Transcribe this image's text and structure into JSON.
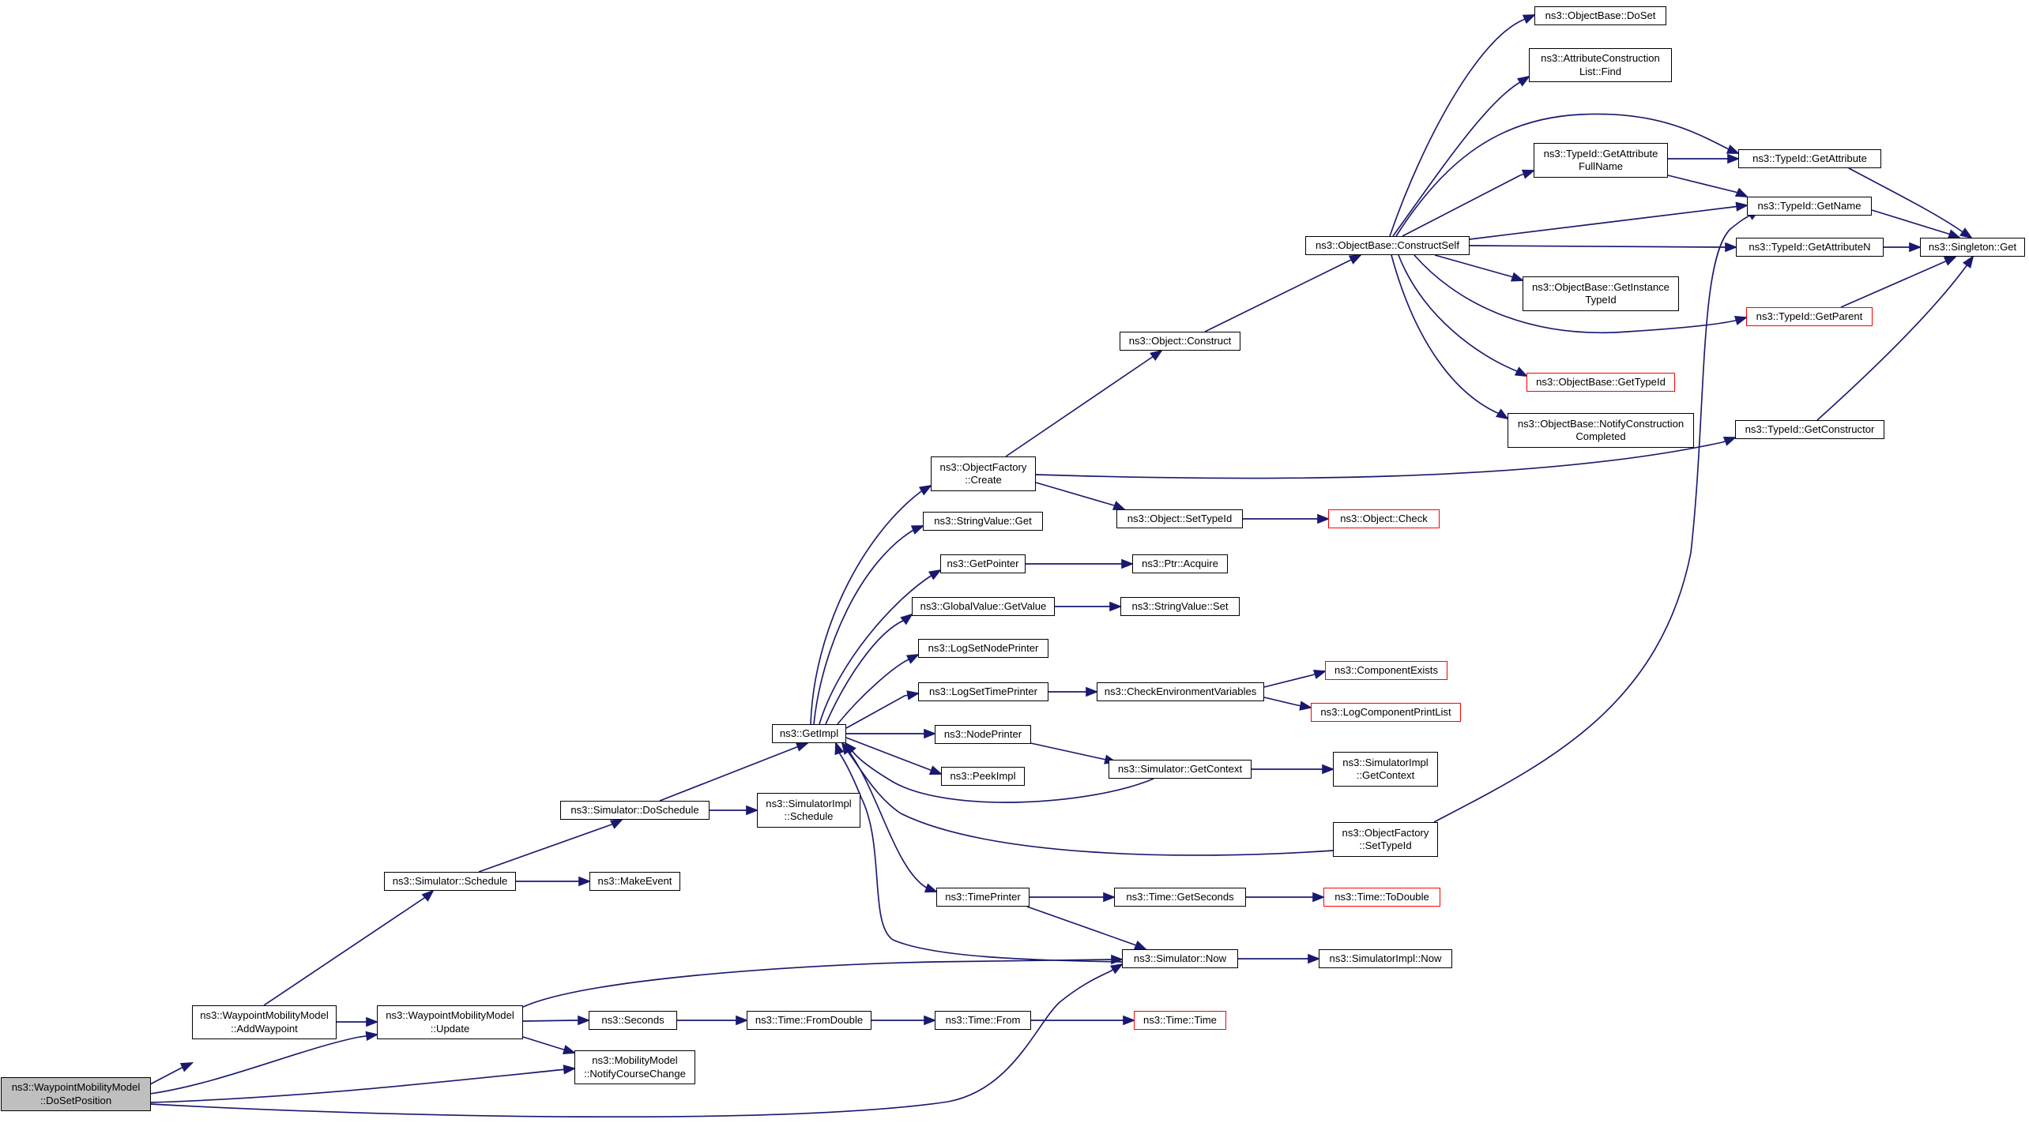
{
  "colors": {
    "edge": "#191970",
    "node_border": "#000000",
    "truncated_border": "#ff0000",
    "focus_fill": "#bfbfbf",
    "background": "#ffffff"
  },
  "nodes": {
    "doSetPosition": "ns3::WaypointMobilityModel\n::DoSetPosition",
    "addWaypoint": "ns3::WaypointMobilityModel\n::AddWaypoint",
    "update": "ns3::WaypointMobilityModel\n::Update",
    "notifyCourseChange": "ns3::MobilityModel\n::NotifyCourseChange",
    "simulatorSchedule": "ns3::Simulator::Schedule",
    "makeEvent": "ns3::MakeEvent",
    "doSchedule": "ns3::Simulator::DoSchedule",
    "implSchedule": "ns3::SimulatorImpl\n::Schedule",
    "getImpl": "ns3::GetImpl",
    "seconds": "ns3::Seconds",
    "fromDouble": "ns3::Time::FromDouble",
    "timeFrom": "ns3::Time::From",
    "timeTime": "ns3::Time::Time",
    "simNow": "ns3::Simulator::Now",
    "implNow": "ns3::SimulatorImpl::Now",
    "timePrinter": "ns3::TimePrinter",
    "getSeconds": "ns3::Time::GetSeconds",
    "toDouble": "ns3::Time::ToDouble",
    "ofSetTypeId": "ns3::ObjectFactory\n::SetTypeId",
    "peekImpl": "ns3::PeekImpl",
    "nodePrinter": "ns3::NodePrinter",
    "getContext": "ns3::Simulator::GetContext",
    "implGetContext": "ns3::SimulatorImpl\n::GetContext",
    "logSetTimePrinter": "ns3::LogSetTimePrinter",
    "checkEnv": "ns3::CheckEnvironmentVariables",
    "componentExists": "ns3::ComponentExists",
    "logComponentPrintList": "ns3::LogComponentPrintList",
    "logSetNodePrinter": "ns3::LogSetNodePrinter",
    "gvGetValue": "ns3::GlobalValue::GetValue",
    "svSet": "ns3::StringValue::Set",
    "getPointer": "ns3::GetPointer",
    "ptrAcquire": "ns3::Ptr::Acquire",
    "svGet": "ns3::StringValue::Get",
    "ofCreate": "ns3::ObjectFactory\n::Create",
    "objSetTypeId": "ns3::Object::SetTypeId",
    "objCheck": "ns3::Object::Check",
    "objConstruct": "ns3::Object::Construct",
    "constructSelf": "ns3::ObjectBase::ConstructSelf",
    "getConstructor": "ns3::TypeId::GetConstructor",
    "notifyConstruction": "ns3::ObjectBase::NotifyConstruction\nCompleted",
    "obGetTypeId": "ns3::ObjectBase::GetTypeId",
    "getInstanceTypeId": "ns3::ObjectBase::GetInstance\nTypeId",
    "getParent": "ns3::TypeId::GetParent",
    "getAttributeN": "ns3::TypeId::GetAttributeN",
    "getName": "ns3::TypeId::GetName",
    "getAttrFullName": "ns3::TypeId::GetAttribute\nFullName",
    "getAttribute": "ns3::TypeId::GetAttribute",
    "attrListFind": "ns3::AttributeConstruction\nList::Find",
    "doSet": "ns3::ObjectBase::DoSet",
    "singletonGet": "ns3::Singleton::Get"
  }
}
